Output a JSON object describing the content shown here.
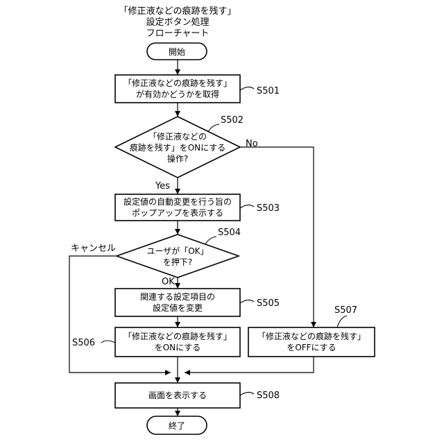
{
  "title": {
    "line1": "「修正液などの痕跡を残す」",
    "line2": "設定ボタン処理",
    "line3": "フローチャート"
  },
  "nodes": {
    "start": "開始",
    "s501": {
      "line1": "「修正液などの痕跡を残す」",
      "line2": "が有効かどうかを取得",
      "label": "S501"
    },
    "s502": {
      "line1": "「修正液などの",
      "line2": "痕跡を残す」をONにする",
      "line3": "操作?",
      "label": "S502"
    },
    "s503": {
      "line1": "設定値の自動変更を行う旨の",
      "line2": "ポップアップを表示する",
      "label": "S503"
    },
    "s504": {
      "line1": "ユーザが「OK」",
      "line2": "を押下?",
      "label": "S504"
    },
    "s505": {
      "line1": "関連する設定項目の",
      "line2": "設定値を変更",
      "label": "S505"
    },
    "s506": {
      "line1": "「修正液などの痕跡を残す」",
      "line2": "をONにする",
      "label": "S506"
    },
    "s507": {
      "line1": "「修正液などの痕跡を残す」",
      "line2": "をOFFにする",
      "label": "S507"
    },
    "s508": {
      "text": "画面を表示する",
      "label": "S508"
    },
    "end": "終了"
  },
  "edge_labels": {
    "yes": "Yes",
    "no": "No",
    "ok": "OK",
    "cancel": "キャンセル"
  }
}
